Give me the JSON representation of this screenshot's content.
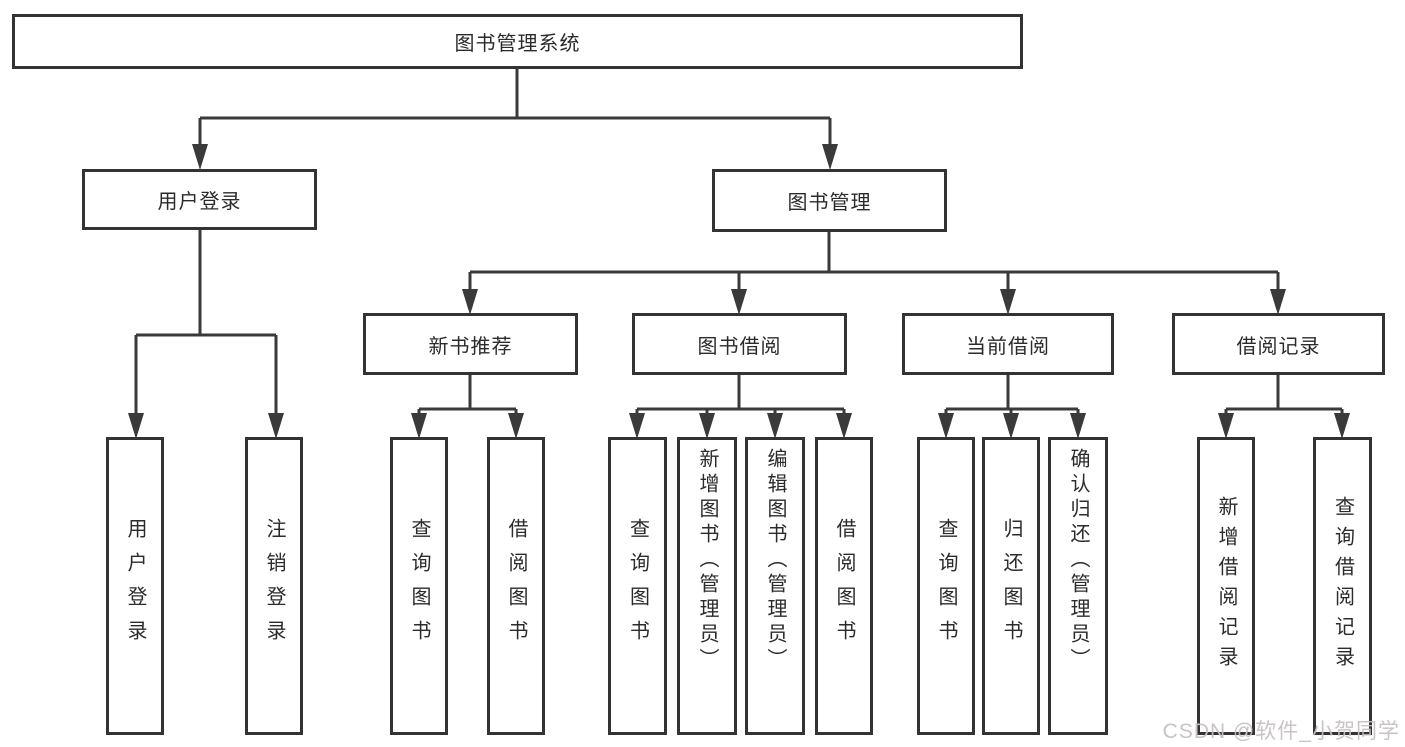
{
  "diagram": {
    "root": "图书管理系统",
    "level2": {
      "user_login": "用户登录",
      "book_mgmt": "图书管理"
    },
    "level3": {
      "new_books": "新书推荐",
      "borrowing": "图书借阅",
      "current": "当前借阅",
      "records": "借阅记录"
    },
    "leaves": {
      "user_login": [
        "用户登录",
        "注销登录"
      ],
      "new_books": [
        "查询图书",
        "借阅图书"
      ],
      "borrowing": [
        "查询图书",
        "新增图书（管理员）",
        "编辑图书（管理员）",
        "借阅图书"
      ],
      "current": [
        "查询图书",
        "归还图书",
        "确认归还（管理员）"
      ],
      "records": [
        "新增借阅记录",
        "查询借阅记录"
      ]
    }
  },
  "watermark": "CSDN @软件_小贺同学",
  "colors": {
    "line": "#3a3a3a",
    "box_border": "#333333",
    "text": "#2b2b2b",
    "watermark": "#c5c0c3",
    "background": "#ffffff"
  }
}
